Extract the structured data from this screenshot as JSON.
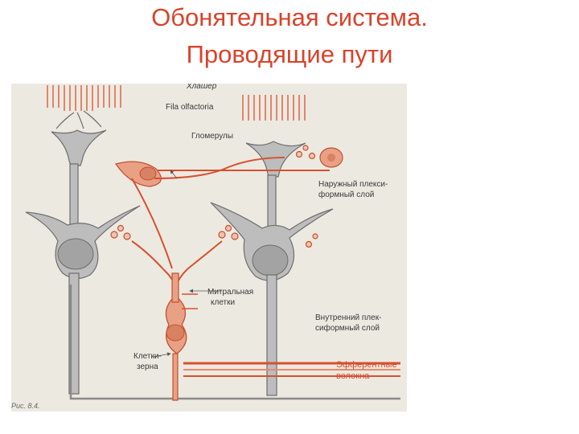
{
  "title": {
    "line1": "Обонятельная система.",
    "line2": "Проводящие пути"
  },
  "figure": {
    "labels": {
      "top_author": "Хлашер",
      "fila": "Fila olfactoria",
      "glomeruli": "Гломерулы",
      "outer_plexiform_1": "Наружный плекси-",
      "outer_plexiform_2": "формный слой",
      "mitral_1": "Митральная",
      "mitral_2": "клетки",
      "inner_plexiform_1": "Внутренний плек-",
      "inner_plexiform_2": "сиформный слой",
      "granule_1": "Клетки-",
      "granule_2": "зерна",
      "efferent_1": "Эфферентные",
      "efferent_2": "волокна",
      "caption": "Рис. 8.4."
    },
    "colors": {
      "title": "#d9432b",
      "neuron_gray": "#bdbdbd",
      "neuron_red": "#e8a184",
      "fiber_red": "#d8512f",
      "background": "#ece9e1"
    }
  }
}
